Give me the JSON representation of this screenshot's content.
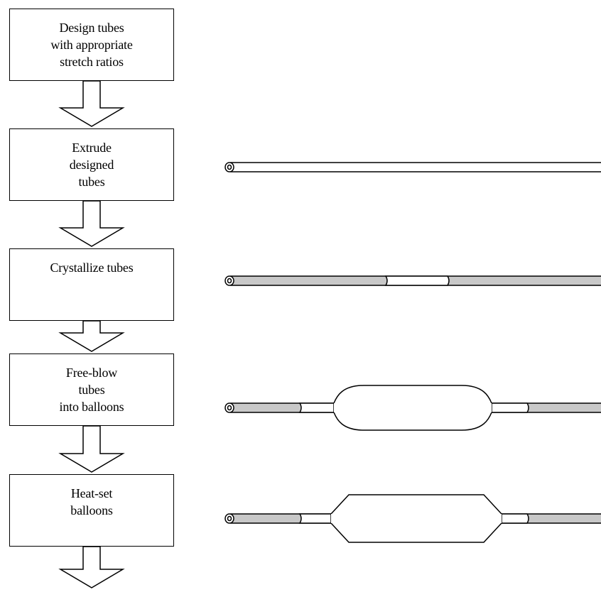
{
  "flowchart": {
    "steps": [
      {
        "lines": [
          "Design tubes",
          "with appropriate",
          "stretch ratios"
        ]
      },
      {
        "lines": [
          "Extrude",
          "designed",
          "tubes"
        ]
      },
      {
        "lines": [
          "Crystallize tubes"
        ]
      },
      {
        "lines": [
          "Free-blow",
          "tubes",
          "into balloons"
        ]
      },
      {
        "lines": [
          "Heat-set",
          "balloons"
        ]
      }
    ]
  },
  "colors": {
    "line": "#000000",
    "crystallized_fill": "#c8c8c8",
    "tube_fill": "#ffffff"
  }
}
